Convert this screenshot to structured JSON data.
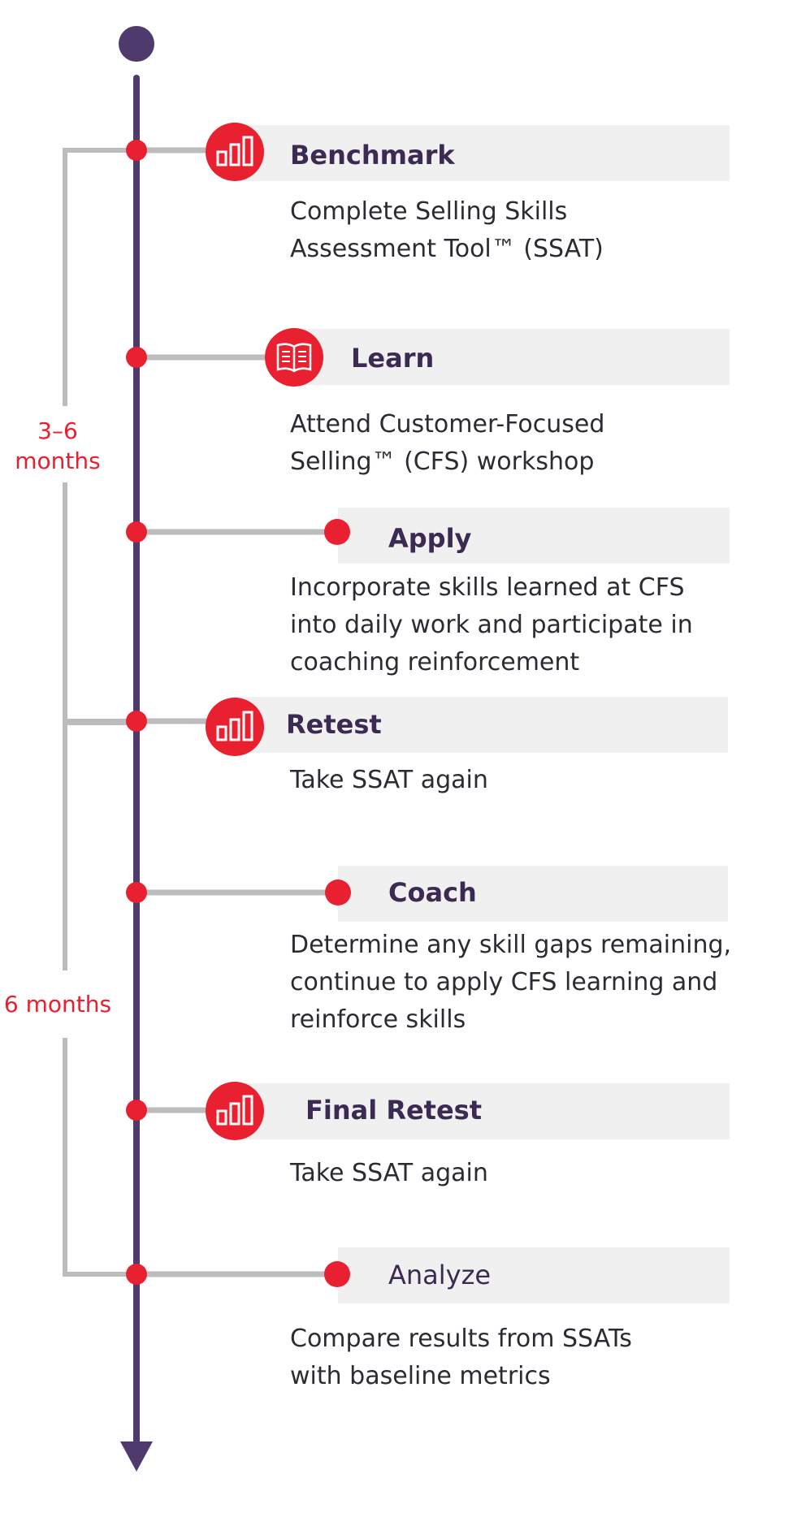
{
  "colors": {
    "timeline": "#4f3a6e",
    "accent": "#e8202f",
    "connector": "#bcbcbc",
    "band": "#f0f0f0",
    "title": "#3b2b52",
    "text": "#2e2a33"
  },
  "ranges": [
    {
      "label_lines": [
        "3–6",
        "months"
      ]
    },
    {
      "label_lines": [
        "6 months"
      ]
    }
  ],
  "steps": [
    {
      "title": "Benchmark",
      "icon": "bar-chart-icon",
      "description": [
        "Complete Selling Skills",
        "Assessment Tool™ (SSAT)"
      ]
    },
    {
      "title": "Learn",
      "icon": "book-icon",
      "description": [
        "Attend Customer-Focused",
        "Selling™ (CFS)  workshop"
      ]
    },
    {
      "title": "Apply",
      "icon": "dot",
      "description": [
        "Incorporate skills learned at CFS",
        "into daily work and participate in",
        "coaching reinforcement"
      ]
    },
    {
      "title": "Retest",
      "icon": "bar-chart-icon",
      "description": [
        "Take SSAT again"
      ]
    },
    {
      "title": "Coach",
      "icon": "dot",
      "description": [
        "Determine any skill gaps remaining,",
        "continue to apply CFS learning and",
        "reinforce skills"
      ]
    },
    {
      "title": "Final Retest",
      "icon": "bar-chart-icon",
      "description": [
        "Take SSAT again"
      ]
    },
    {
      "title": "Analyze",
      "icon": "dot",
      "description": [
        "Compare results from SSATs",
        "with baseline metrics"
      ]
    }
  ]
}
